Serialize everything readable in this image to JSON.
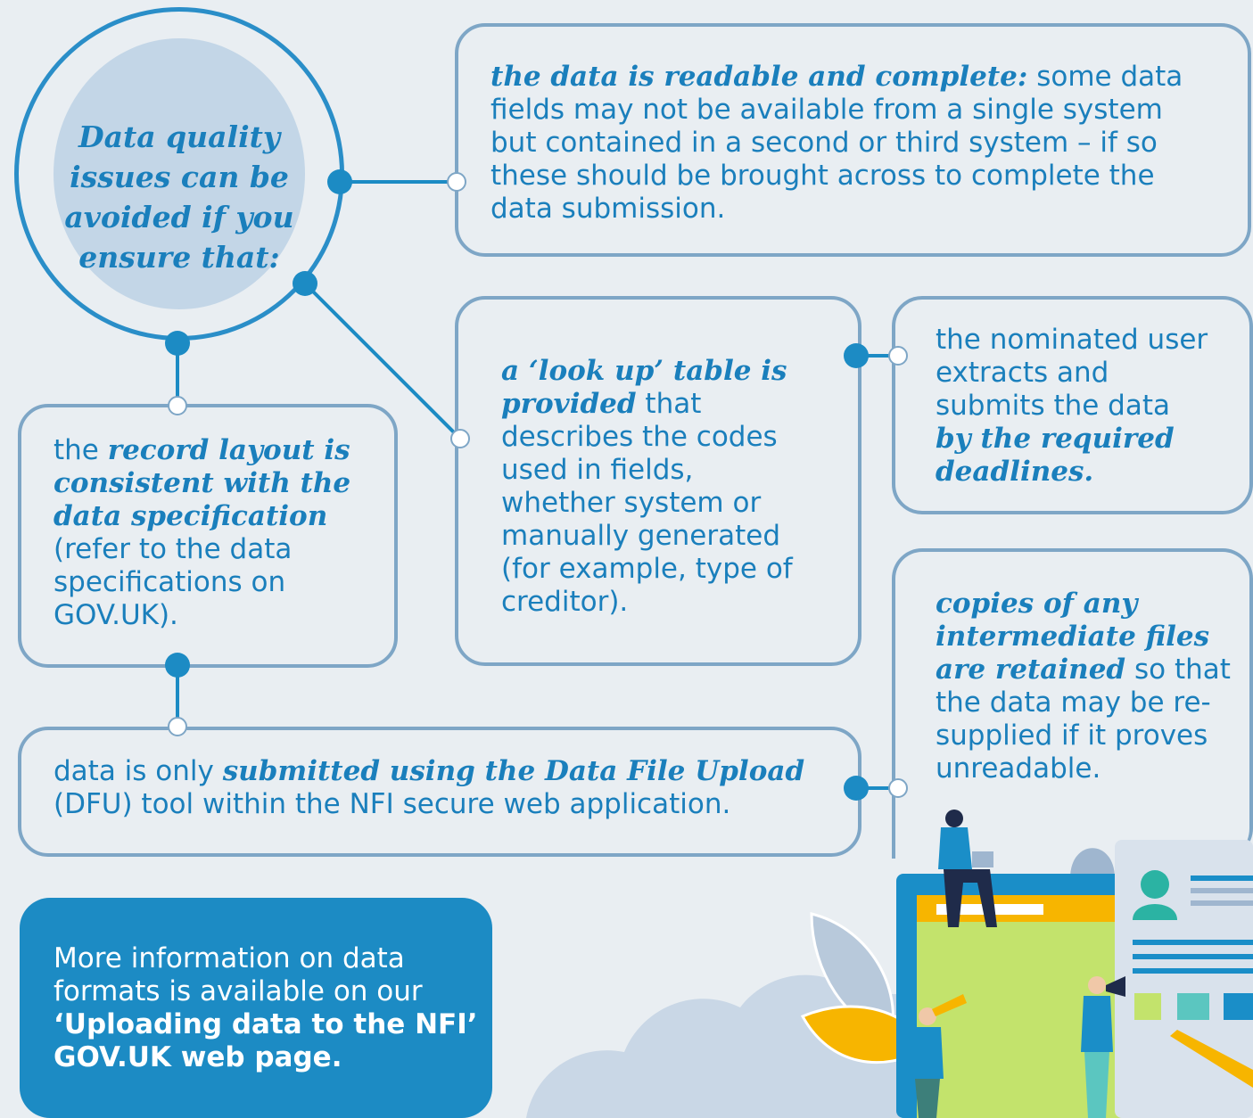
{
  "bubble": {
    "lines": [
      "Data quality",
      "issues can be",
      "avoided if you",
      "ensure that:"
    ]
  },
  "box_readable": {
    "emph": "the data is readable and complete:",
    "rest": " some data fields may not be available from a single system but contained in a second or third system – if so these should be brought across to complete the data submission."
  },
  "box_record_layout": {
    "pre": "the ",
    "emph": "record layout is consistent with the data specification",
    "rest": " (refer to the data specifications on GOV.UK)."
  },
  "box_lookup": {
    "emph": "a ‘look up’ table is provided",
    "rest": " that describes the codes used in fields, whether system or manually generated (for example, type of creditor)."
  },
  "box_nominated": {
    "pre": "the nominated user extracts and submits the data ",
    "emph": "by the required deadlines."
  },
  "box_copies": {
    "emph": "copies of any intermediate files are retained",
    "rest": " so that the data may be re-supplied if it proves unreadable."
  },
  "box_dfu": {
    "pre": "data is only ",
    "emph": "submitted using the Data File Upload",
    "rest": " (DFU) tool within the NFI secure web application."
  },
  "info": {
    "text": "More information on data formats is available on our",
    "bold": "‘Uploading data to the NFI’ GOV.UK web page."
  },
  "colors": {
    "background": "#e9eef2",
    "accent": "#1a7fbc",
    "box_border": "#7ea6c6",
    "info_fill": "#1c8bc4",
    "bubble_fill": "#c3d6e7"
  }
}
